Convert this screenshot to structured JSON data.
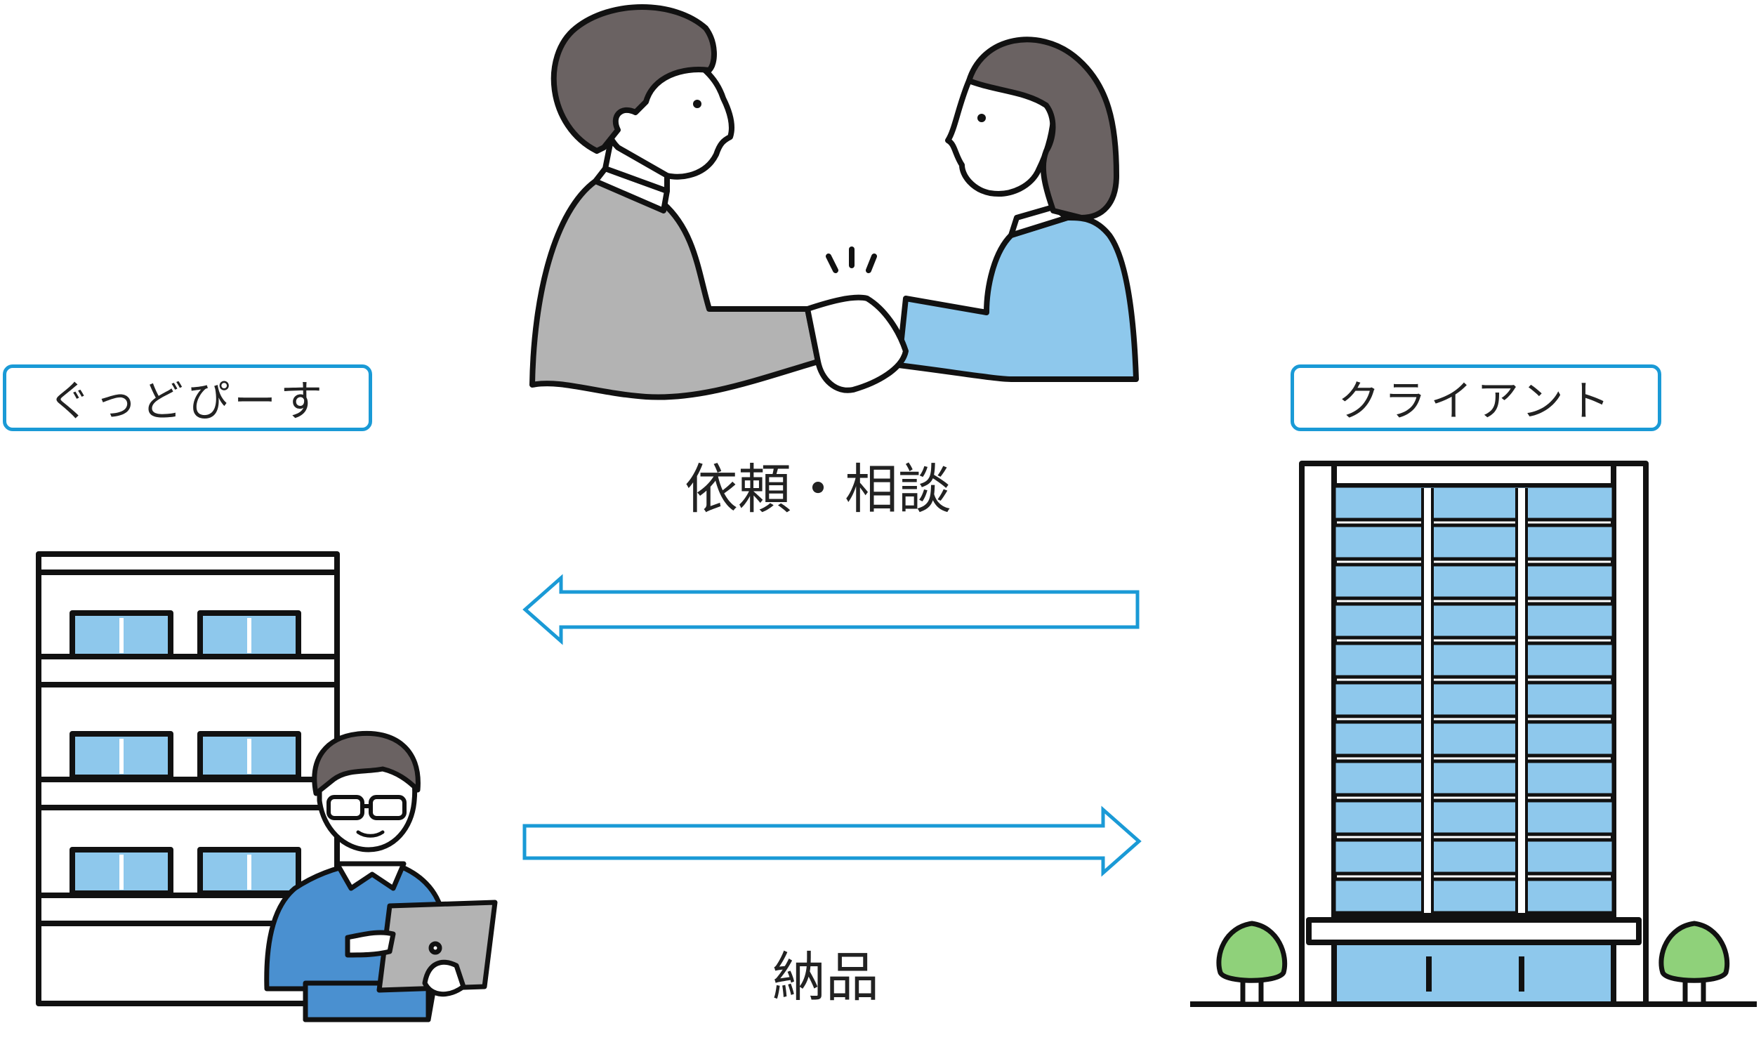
{
  "labels": {
    "left_org": "ぐっどぴーす",
    "right_org": "クライアント"
  },
  "flows": {
    "request": "依頼・相談",
    "delivery": "納品"
  },
  "colors": {
    "accent": "#1a9ad6",
    "window_blue": "#8ec8ec",
    "shirt_blue": "#4a90d0",
    "suit_gray": "#b3b3b3",
    "hair": "#6a6262",
    "tree_green": "#8fd17a"
  }
}
